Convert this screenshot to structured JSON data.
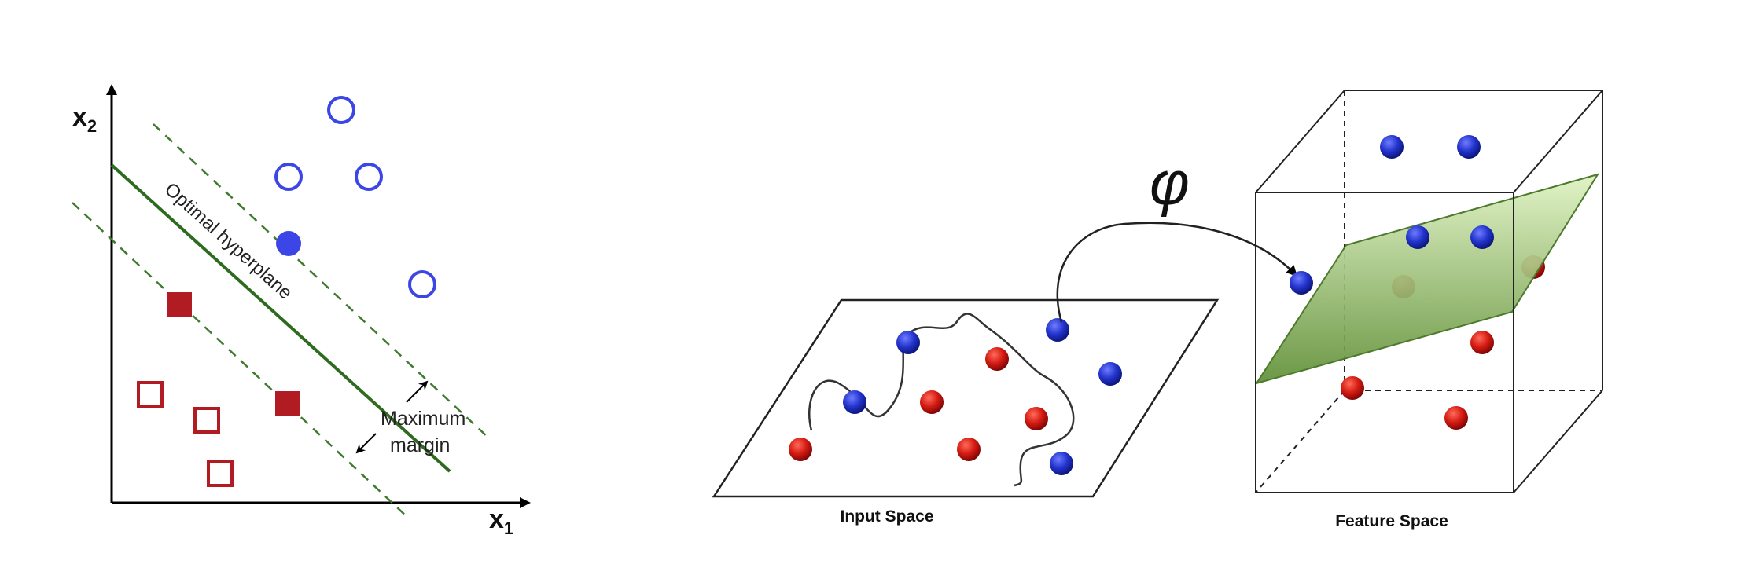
{
  "svm_panel": {
    "axis_x_label": "x",
    "axis_x_subscript": "1",
    "axis_y_label": "x",
    "axis_y_subscript": "2",
    "hyperplane_label": "Optimal hyperplane",
    "margin_label_line1": "Maximum",
    "margin_label_line2": "margin",
    "colors": {
      "positive_class": "#3c46e6",
      "negative_class": "#b01c22",
      "hyperplane": "#2d6b1f",
      "margin_lines": "#3f7a2f"
    }
  },
  "kernel_panel": {
    "mapping_symbol": "φ",
    "input_space_label": "Input Space",
    "feature_space_label": "Feature Space",
    "colors": {
      "blue_point": "#2233cc",
      "red_point": "#cc1111",
      "plane_top": "#d8efb7",
      "plane_bottom": "#6a9b3e"
    }
  }
}
